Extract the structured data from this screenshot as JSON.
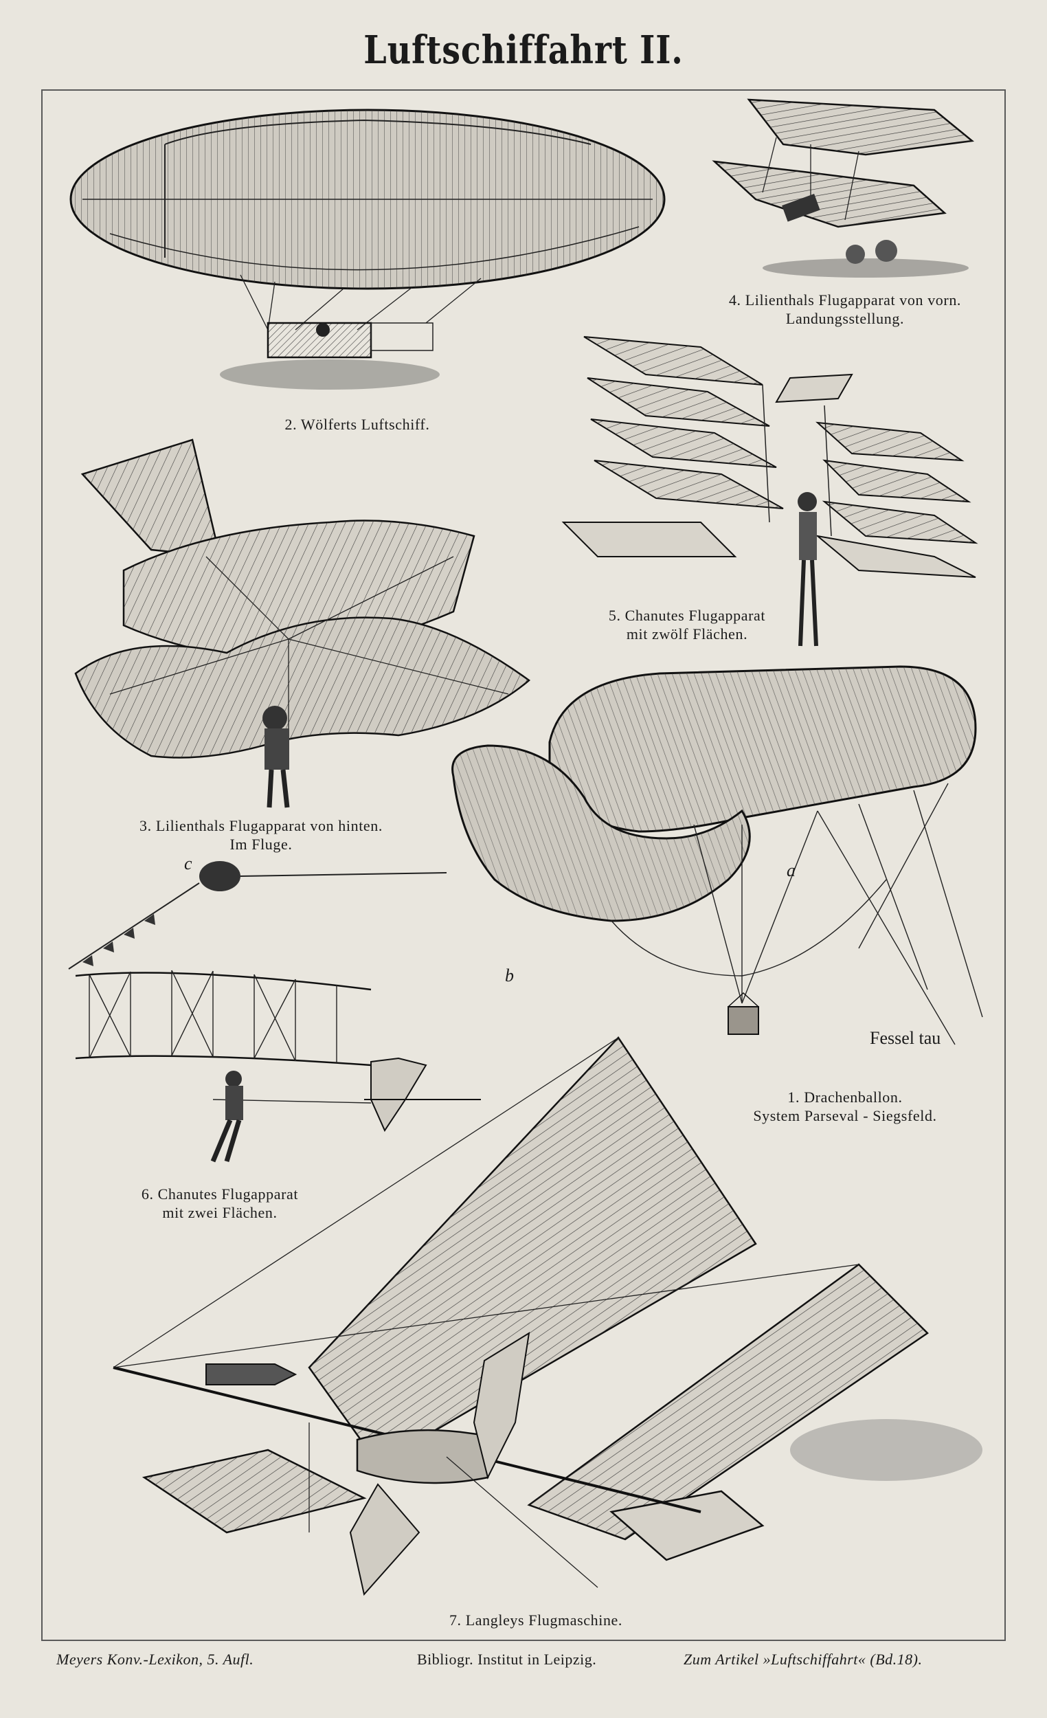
{
  "title": "Luftschiffahrt II.",
  "figures": [
    {
      "id": "drachenballon",
      "caption": [
        "1. Drachenballon.",
        "System Parseval - Siegsfeld."
      ],
      "labels": {
        "a": "a",
        "b": "b",
        "c": "c",
        "rope": "Fessel tau"
      }
    },
    {
      "id": "woelfert",
      "caption": [
        "2. Wölferts Luftschiff."
      ]
    },
    {
      "id": "lilienthal-hinten",
      "caption": [
        "3. Lilienthals Flugapparat von hinten.",
        "Im Fluge."
      ]
    },
    {
      "id": "lilienthal-vorn",
      "caption": [
        "4. Lilienthals Flugapparat von vorn.",
        "Landungsstellung."
      ]
    },
    {
      "id": "chanute-zwoelf",
      "caption": [
        "5. Chanutes Flugapparat",
        "mit zwölf Flächen."
      ]
    },
    {
      "id": "chanute-zwei",
      "caption": [
        "6. Chanutes Flugapparat",
        "mit zwei Flächen."
      ]
    },
    {
      "id": "langley",
      "caption": [
        "7. Langleys Flugmaschine."
      ]
    }
  ],
  "footer": {
    "left": "Meyers Konv.-Lexikon, 5. Aufl.",
    "center": "Bibliogr. Institut in Leipzig.",
    "right": "Zum Artikel »Luftschiffahrt« (Bd.18)."
  }
}
